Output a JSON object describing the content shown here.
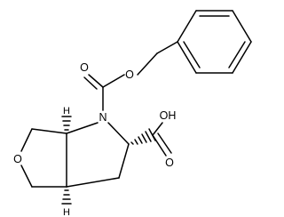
{
  "atoms": {
    "ring_oxygen": "O",
    "carbamate_oxygen_double": "O",
    "ester_oxygen": "O",
    "nitrogen": "N",
    "acid_hydroxyl": "OH",
    "acid_oxygen_double": "O",
    "stereo_h_top": "H",
    "stereo_h_bottom": "H"
  },
  "colors": {
    "bond": "#000000",
    "background": "#ffffff"
  }
}
